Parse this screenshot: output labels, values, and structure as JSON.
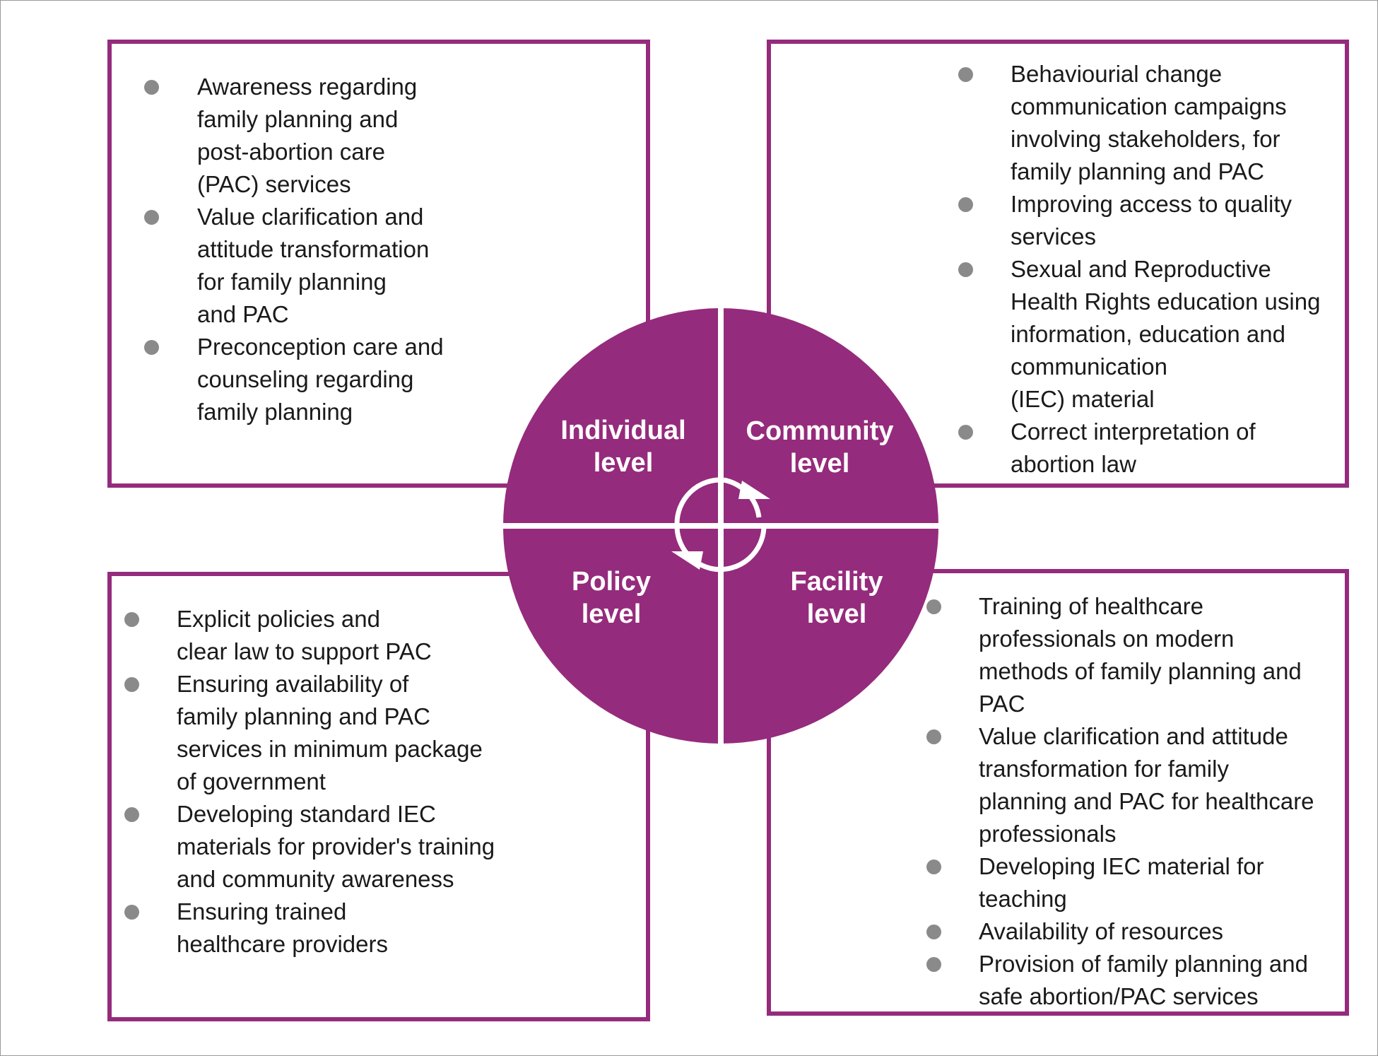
{
  "colors": {
    "accent": "#952b7c",
    "bullet": "#8a8a8a",
    "text": "#1a1a1a",
    "border": "#9a9a9a"
  },
  "wheel": {
    "quadrants": [
      {
        "id": "individual",
        "label": "Individual\nlevel"
      },
      {
        "id": "community",
        "label": "Community\nlevel"
      },
      {
        "id": "policy",
        "label": "Policy\nlevel"
      },
      {
        "id": "facility",
        "label": "Facility\nlevel"
      }
    ],
    "center_icon": "cycle-arrows-icon"
  },
  "boxes": {
    "individual": {
      "items": [
        "Awareness regarding\nfamily planning and\npost-abortion care\n(PAC) services",
        "Value clarification and\nattitude transformation\nfor family planning\nand PAC",
        "Preconception care and\ncounseling regarding\nfamily planning"
      ]
    },
    "community": {
      "items": [
        "Behaviourial change\ncommunication campaigns\ninvolving stakeholders, for\nfamily planning and PAC",
        "Improving access to quality\nservices",
        "Sexual and Reproductive\nHealth Rights education using\ninformation, education and\ncommunication\n(IEC) material",
        "Correct interpretation of\nabortion law"
      ]
    },
    "policy": {
      "items": [
        "Explicit policies and\nclear law to support PAC",
        "Ensuring availability of\nfamily planning and PAC\nservices in minimum package\nof government",
        "Developing standard IEC\nmaterials for provider's training\nand community awareness",
        "Ensuring trained\nhealthcare providers"
      ]
    },
    "facility": {
      "items": [
        "Training of healthcare\nprofessionals on modern\nmethods of family planning and\nPAC",
        "Value clarification and attitude\ntransformation for family\nplanning and PAC for healthcare\nprofessionals",
        "Developing IEC material for\nteaching",
        "Availability of resources",
        "Provision of family planning and\nsafe abortion/PAC services"
      ]
    }
  }
}
